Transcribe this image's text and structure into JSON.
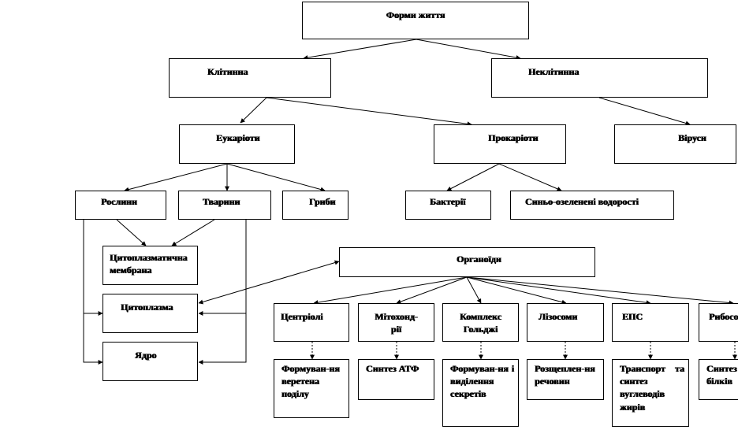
{
  "nodes": {
    "forms_of_life": "Форми життя",
    "cellular": "Клітинна",
    "non_cellular": "Неклітинна",
    "eukaryotes": "Еукаріоти",
    "prokaryotes": "Прокаріоти",
    "viruses": "Віруси",
    "plants": "Рослини",
    "animals": "Тварини",
    "fungi": "Гриби",
    "bacteria": "Бактерії",
    "cyanobacteria": "Синьо-озеленені водорості",
    "cytoplasmic_membrane": "Цитоплазматична мембрана",
    "cytoplasm": "Цитоплазма",
    "nucleus": "Ядро",
    "organelles": "Органоїди",
    "centrioles": "Центріолі",
    "mitochondria": "Мітохонд-рії",
    "golgi": "Комплекс Гольджі",
    "lysosomes": "Лізосоми",
    "er": "ЕПС",
    "ribosomes": "Рибосоми"
  },
  "functions": {
    "centrioles": "Формуван-ня веретена поділу",
    "mitochondria": "Синтез АТФ",
    "golgi": "Формуван-ня і виділення секретів",
    "lysosomes": "Розщеплен-ня речовин",
    "er": "Транспорт та синтез вуглеводів жирів",
    "ribosomes": "Синтез білків"
  }
}
